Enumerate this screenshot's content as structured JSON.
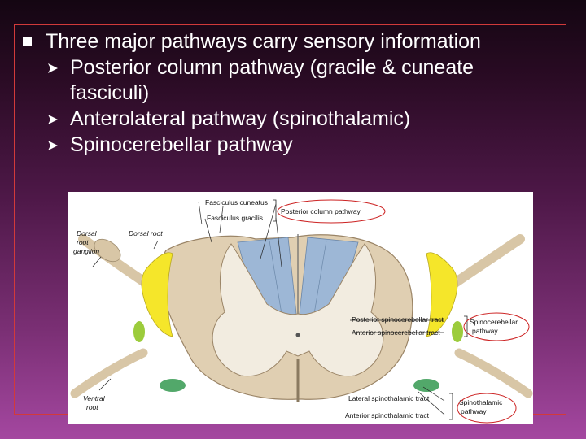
{
  "slide": {
    "main_bullet": "Three major pathways carry sensory information",
    "sub_bullets": [
      "Posterior column pathway (gracile & cuneate fasciculi)",
      "Anterolateral pathway (spinothalamic)",
      "Spinocerebellar pathway"
    ]
  },
  "diagram": {
    "labels": {
      "fasciculus_cuneatus": "Fasciculus cuneatus",
      "fasciculus_gracilis": "Fasciculus gracilis",
      "posterior_column_pathway": "Posterior column pathway",
      "dorsal_root_ganglion_1": "Dorsal",
      "dorsal_root_ganglion_2": "root",
      "dorsal_root_ganglion_3": "ganglion",
      "dorsal_root": "Dorsal root",
      "posterior_spinocerebellar_tract": "Posterior spinocerebellar tract",
      "anterior_spinocerebellar_tract": "Anterior spinocerebellar tract",
      "spinocerebellar_pathway_1": "Spinocerebellar",
      "spinocerebellar_pathway_2": "pathway",
      "lateral_spinothalamic_tract": "Lateral spinothalamic tract",
      "anterior_spinothalamic_tract": "Anterior spinothalamic tract",
      "spinothalamic_pathway_1": "Spinothalamic",
      "spinothalamic_pathway_2": "pathway",
      "ventral_root_1": "Ventral",
      "ventral_root_2": "root"
    },
    "colors": {
      "white_matter": "#e0cfb2",
      "gray_matter": "#f2ece0",
      "posterior_columns": "#9db7d6",
      "spinocerebellar": "#f5e62a",
      "anterior_spinocerebellar": "#9ccc3c",
      "spinothalamic": "#52a86a",
      "highlight_circle": "#cc2222",
      "frame_border": "#d23a3a"
    }
  }
}
